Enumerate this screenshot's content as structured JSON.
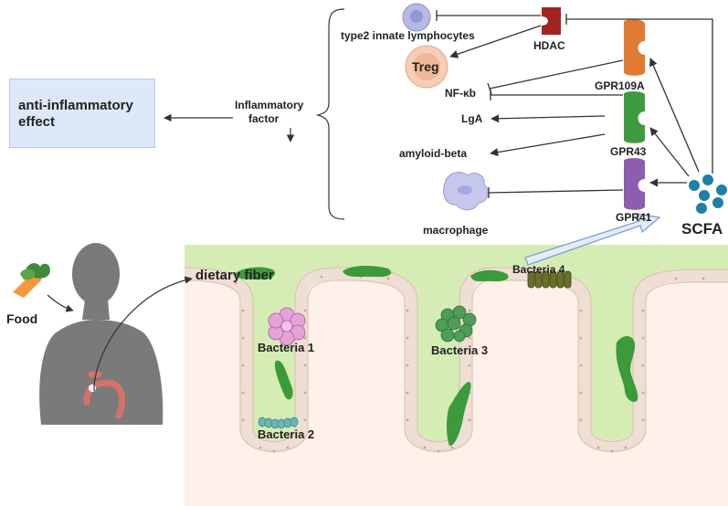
{
  "effect_box": {
    "line1": "anti-inflammatory",
    "line2": "effect"
  },
  "inflammatory_factor": {
    "line1": "Inflammatory",
    "line2": "factor"
  },
  "immune": {
    "ilc2": "type2 innate lymphocytes",
    "treg": "Treg",
    "hdac": "HDAC",
    "nfkb": "NF-κb",
    "lga": "LgA",
    "amyloid": "amyloid-beta",
    "macrophage": "macrophage"
  },
  "receptors": {
    "gpr109a": "GPR109A",
    "gpr43": "GPR43",
    "gpr41": "GPR41"
  },
  "scfa": "SCFA",
  "food": "Food",
  "gut": {
    "dietary_fiber": "dietary fiber",
    "bacteria1": "Bacteria 1",
    "bacteria2": "Bacteria 2",
    "bacteria3": "Bacteria 3",
    "bacteria4": "Bacteria 4"
  },
  "colors": {
    "mucus": "#d5edb5",
    "tissue": "#fdf1ea",
    "epithelium": "#eeded3",
    "fiber": "#3b9b3b",
    "hdac": "#a32323",
    "gpr109a": "#e07a33",
    "gpr43": "#3e9a3e",
    "gpr41": "#8d5db0",
    "scfa": "#1f7fa6",
    "box": "#dde9fa",
    "treg": "#f7cdb5"
  }
}
